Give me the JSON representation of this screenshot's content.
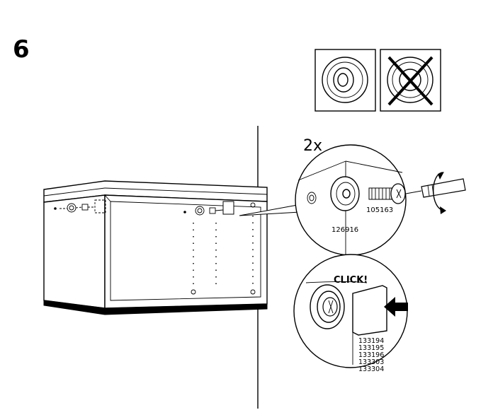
{
  "step": {
    "number": "6"
  },
  "washer_guide": {
    "correct_icon": "washer-correct-icon",
    "incorrect_icon": "washer-incorrect-icon"
  },
  "detail_top": {
    "quantity": "2x",
    "screw_part": "105163",
    "washer_part": "126916",
    "tool_icon": "screwdriver-icon"
  },
  "detail_bottom": {
    "click_text": "CLICK!",
    "cover_parts": [
      "133194",
      "133195",
      "133196",
      "133303",
      "133304"
    ]
  }
}
